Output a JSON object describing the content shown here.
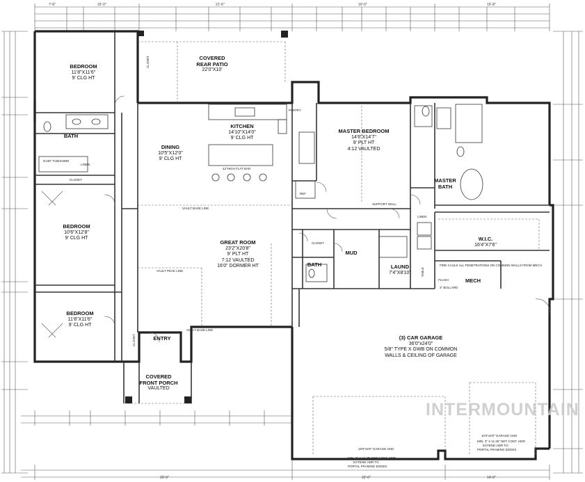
{
  "rooms": {
    "bedroom1": {
      "name": "BEDROOM",
      "l1": "11'8\"X11'6\"",
      "l2": "9' CLG HT"
    },
    "covered_rear_patio": {
      "name": "COVERED",
      "l1": "REAR PATIO",
      "l2": "22'0\"X10'"
    },
    "kitchen": {
      "name": "KITCHEN",
      "l1": "14'10\"X14'0\"",
      "l2": "9' CLG HT"
    },
    "dining": {
      "name": "DINING",
      "l1": "10'5\"X12'0\"",
      "l2": "9' CLG HT"
    },
    "master_bedroom": {
      "name": "MASTER BEDROOM",
      "l1": "14'6\"X14'7\"",
      "l2": "9' PLT HT",
      "l3": "4:12 VAULTED"
    },
    "master_bath": {
      "name": "MASTER",
      "l1": "BATH"
    },
    "bath1": {
      "name": "BATH"
    },
    "bedroom2": {
      "name": "BEDROOM",
      "l1": "10'6\"X12'8\"",
      "l2": "9' CLG HT"
    },
    "great_room": {
      "name": "GREAT ROOM",
      "l1": "23'2\"X20'8\"",
      "l2": "9' PLT HT",
      "l3": "7:12 VAULTED",
      "l4": "16'0\" DORMER HT"
    },
    "wic": {
      "name": "W.I.C.",
      "l1": "16'4\"X7'6\""
    },
    "mud": {
      "name": "MUD"
    },
    "bath2": {
      "name": "BATH"
    },
    "laund": {
      "name": "LAUND",
      "l1": "7'4\"X8'10\""
    },
    "mech": {
      "name": "MECH"
    },
    "bedroom3": {
      "name": "BEDROOM",
      "l1": "11'8\"X11'6\"",
      "l2": "9' CLG HT"
    },
    "entry": {
      "name": "ENTRY"
    },
    "front_porch": {
      "name": "COVERED",
      "l1": "FRONT PORCH",
      "l2": "VAULTED"
    },
    "garage": {
      "name": "(3) CAR GARAGE",
      "l1": "36'0\"x24'0\"",
      "l2": "5/8\" TYPE X GWB ON COMMON",
      "l3": "WALLS & CEILING OF GARAGE"
    }
  },
  "notes": {
    "closet": "CLOSET",
    "linen": "LINEN",
    "pantry": "PANTRY",
    "flush": "FLUSH",
    "table": "TABLE",
    "ref": "REF",
    "vault_base_line": "VAULT BASE LINE",
    "vault_peak_line": "VAULT PEAK LINE",
    "support_wall": "SUPPORT WALL",
    "flat_bar": "42\"HIGH FLAT BAR",
    "tub_shwr": "5'x30\" TUB/SHWR",
    "garage_ohd_left": "18'0\"x8'0\" GARAGE OHD",
    "garage_ohd_right": "10'0\"x8'0\" GARAGE OHD",
    "min_net_left": "MIN. 3\" X 11.25\" NET CONT. HDR.",
    "extend_left": "EXTEND HDR TO",
    "portal_left": "PORTAL FRAMING EDGES",
    "min_net_right": "MIN. 3\" X 11.25\" NET CONT. HDR.",
    "extend_right": "EXTEND HDR TO",
    "portal_right": "PORTAL FRAMING EDGES",
    "fire_caulk": "FIRE CAULK ALL PENETRATIONS ON COMMON WALLS FROM MECH",
    "bollard": "3\" BOLLARD"
  },
  "watermark": "INTERMOUNTAIN"
}
